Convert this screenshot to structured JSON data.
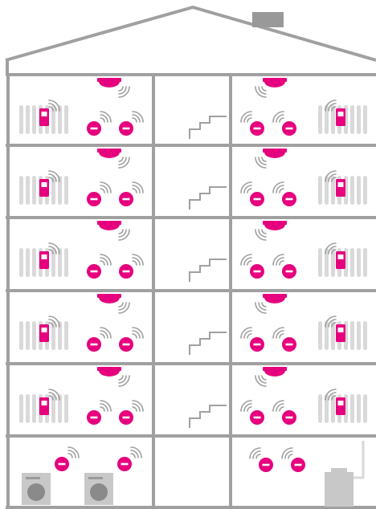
{
  "colors": {
    "structure": "#a0a0a0",
    "device": "#e6007e",
    "radiator": "#d9d9d9",
    "appliance": "#c8c8c8",
    "chimney": "#999999",
    "background": "#ffffff"
  },
  "building": {
    "floors": 6,
    "columns": [
      "left-apartment",
      "stairwell",
      "right-apartment"
    ],
    "upper_floor": {
      "left-apartment": [
        "smoke-detector-icon",
        "radiator-icon",
        "thermostat-icon",
        "window-sensor-icon",
        "window-sensor-icon"
      ],
      "stairwell": [
        "stairs-icon"
      ],
      "right-apartment": [
        "smoke-detector-icon",
        "radiator-icon",
        "thermostat-icon",
        "window-sensor-icon",
        "window-sensor-icon"
      ]
    },
    "basement": {
      "left-apartment": [
        "washing-machine-icon",
        "washing-machine-icon",
        "water-sensor-icon",
        "water-sensor-icon"
      ],
      "stairwell": [],
      "right-apartment": [
        "water-sensor-icon",
        "water-sensor-icon",
        "boiler-icon"
      ]
    }
  }
}
